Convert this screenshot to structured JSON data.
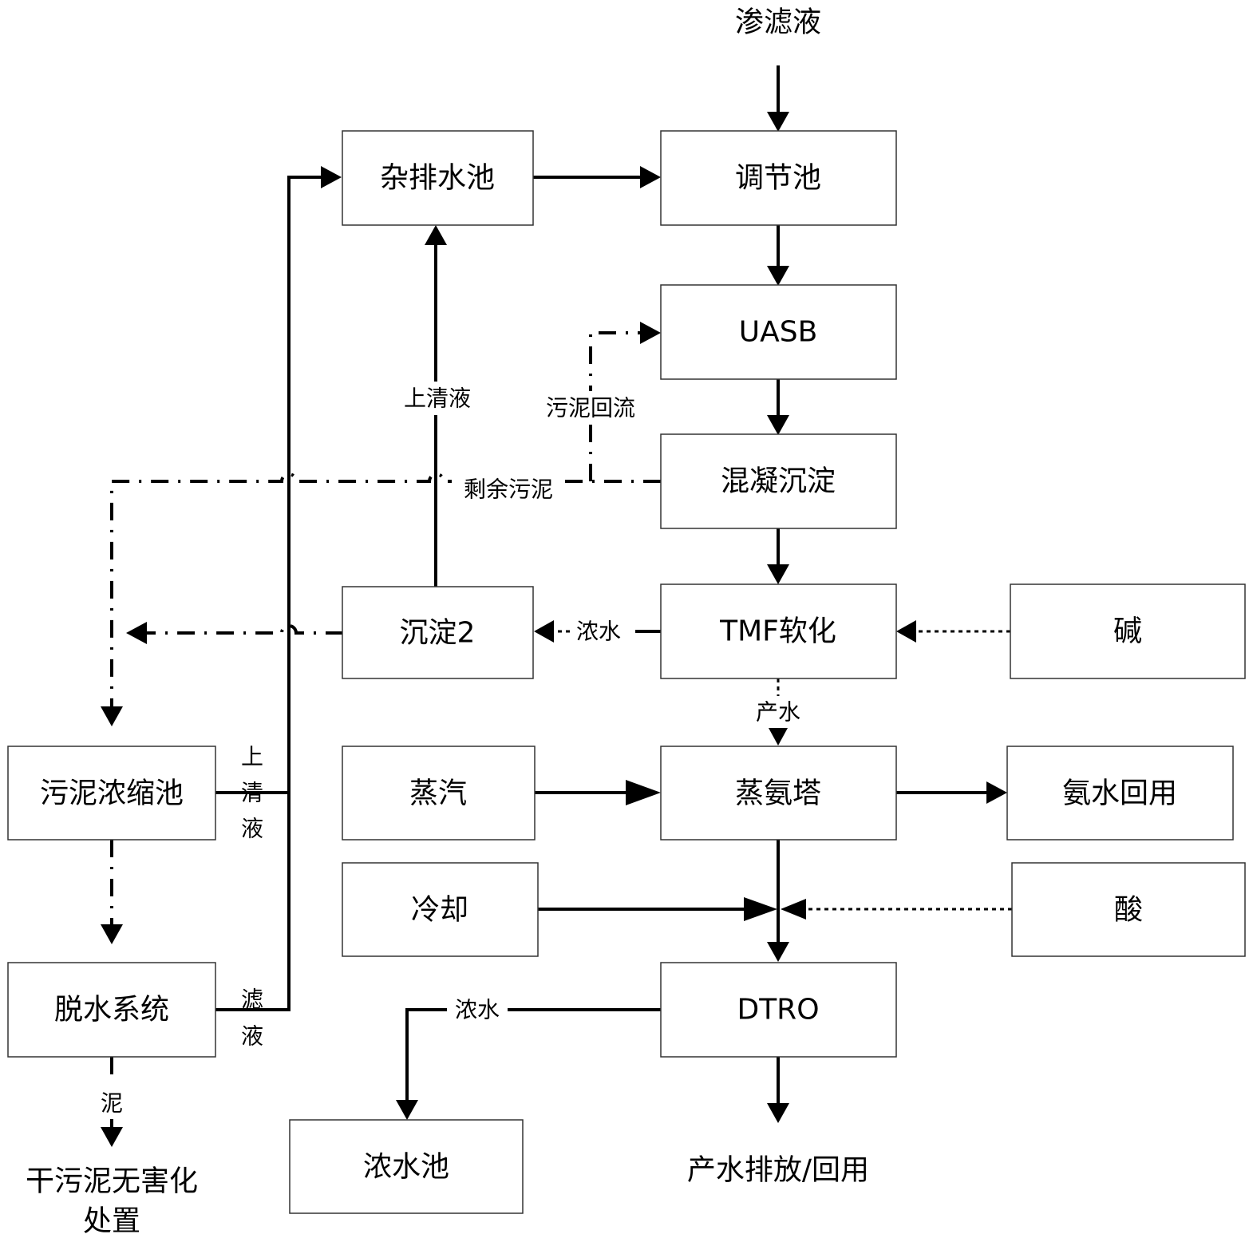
{
  "nodes": {
    "leachate": "渗滤液",
    "misc_drain_tank": "杂排水池",
    "regulating_tank": "调节池",
    "uasb": "UASB",
    "coag_sed": "混凝沉淀",
    "sed2": "沉淀2",
    "tmf": "TMF软化",
    "alkali": "碱",
    "sludge_thickener": "污泥浓缩池",
    "steam": "蒸汽",
    "ammonia_tower": "蒸氨塔",
    "ammonia_reuse": "氨水回用",
    "cooling": "冷却",
    "acid": "酸",
    "dewatering": "脱水系统",
    "dtro": "DTRO",
    "brine_tank": "浓水池",
    "product_out": "产水排放/回用",
    "dry_sludge_line1": "干污泥无害化",
    "dry_sludge_line2": "处置"
  },
  "edge_labels": {
    "supernatant_up": "上清液",
    "sludge_return": "污泥回流",
    "excess_sludge": "剩余污泥",
    "brine_tmf": "浓水",
    "product_water": "产水",
    "supernatant_v1": "上",
    "supernatant_v2": "清",
    "supernatant_v3": "液",
    "filtrate_v1": "滤",
    "filtrate_v2": "液",
    "brine_dtro": "浓水",
    "sludge": "泥"
  }
}
